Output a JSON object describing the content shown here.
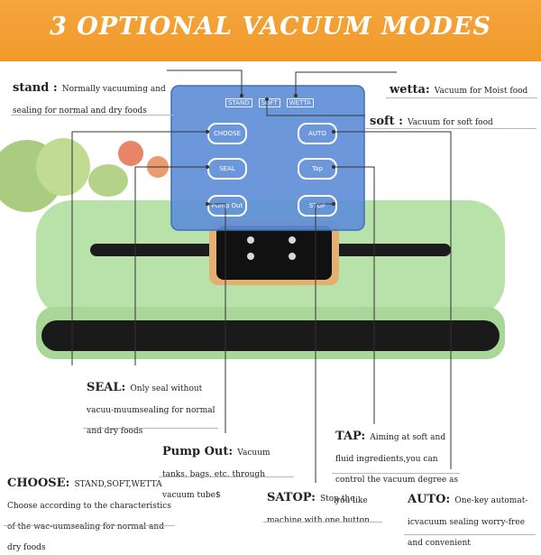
{
  "banner": {
    "title": "3 OPTIONAL VACUUM MODES",
    "color": "#f2a134"
  },
  "panel": {
    "mode_labels": [
      "STAND",
      "SOFT",
      "WETTA"
    ],
    "buttons": {
      "choose": "CHOOSE",
      "auto": "AUTO",
      "seal": "SEAL",
      "tap": "Tap",
      "pump_out": "Pump Out",
      "stop": "STOP"
    },
    "color": "#5f8fd8"
  },
  "device": {
    "body_color": "#b7e0a8",
    "panel_color": "#111111",
    "accent_color": "#e3b071"
  },
  "callouts": {
    "stand": {
      "key": "stand :",
      "desc": "Normally vacuuming and sealing for  normal and dry foods"
    },
    "wetta": {
      "key": "wetta:",
      "desc": "Vacuum for Moist food"
    },
    "soft": {
      "key": "soft :",
      "desc": "Vacuum for soft food"
    },
    "seal": {
      "key": "SEAL:",
      "desc": "Only seal without vacuu-muumsealing for  normal and dry foods"
    },
    "tap": {
      "key": "TAP:",
      "desc": "Aiming at soft and fluid ingredients,you can control the vacuum degree as you like"
    },
    "pump_out": {
      "key": "Pump Out:",
      "desc": "Vacuum tanks, bags, etc. through vacuum tube$"
    },
    "choose": {
      "key": "CHOOSE:",
      "desc": "STAND,SOFT,WETTA Choose according to the characteristics of the wac-uumsealing for  normal and dry foods"
    },
    "satop": {
      "key": "SATOP:",
      "desc": "Stop the machine with one button"
    },
    "auto": {
      "key": "AUTO:",
      "desc": "One-key automat-icvacuum sealing  worry-free and convenient"
    }
  }
}
